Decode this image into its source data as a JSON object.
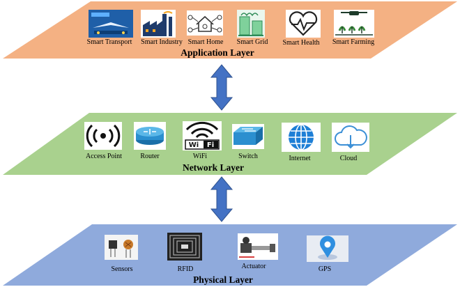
{
  "layers": {
    "application": {
      "title": "Application Layer",
      "color": "#F4B183",
      "items": [
        "Smart Transport",
        "Smart Industry",
        "Smart Home",
        "Smart Grid",
        "Smart Health",
        "Smart Farming"
      ]
    },
    "network": {
      "title": "Network Layer",
      "color": "#A9D18E",
      "items": [
        "Access Point",
        "Router",
        "WiFi",
        "Switch",
        "Internet",
        "Cloud"
      ]
    },
    "physical": {
      "title": "Physical Layer",
      "color": "#8FAADC",
      "items": [
        "Sensors",
        "RFID",
        "Actuator",
        "GPS"
      ]
    }
  },
  "colors": {
    "arrow": "#4472C4",
    "arrow_stroke": "#2F528F"
  }
}
